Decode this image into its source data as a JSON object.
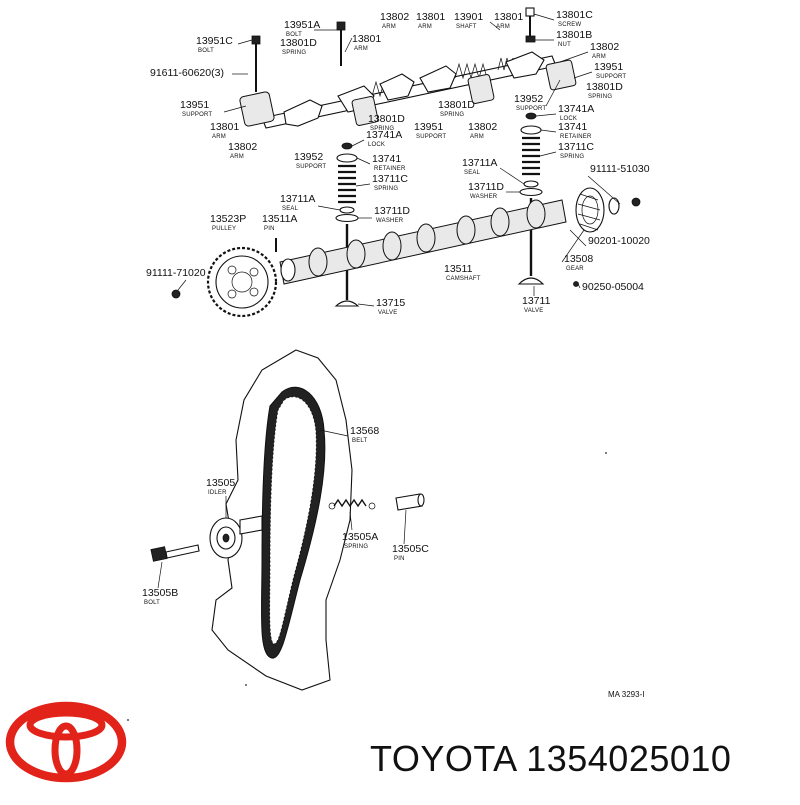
{
  "brand": {
    "name": "TOYOTA",
    "part_number": "1354025010",
    "logo_color": "#e2231a"
  },
  "diagram": {
    "code": "MA 3293-I",
    "callouts": [
      {
        "id": "13951A",
        "num": "13951A",
        "name": "BOLT"
      },
      {
        "id": "13951C",
        "num": "13951C",
        "name": "BOLT"
      },
      {
        "id": "13801D-top",
        "num": "13801D",
        "name": "SPRING"
      },
      {
        "id": "13801-top",
        "num": "13801",
        "name": "ARM"
      },
      {
        "id": "13802-top",
        "num": "13802",
        "name": "ARM"
      },
      {
        "id": "13801-top2",
        "num": "13801",
        "name": "ARM"
      },
      {
        "id": "13901",
        "num": "13901",
        "name": "SHAFT"
      },
      {
        "id": "13801-top3",
        "num": "13801",
        "name": "ARM"
      },
      {
        "id": "13801C",
        "num": "13801C",
        "name": "SCREW"
      },
      {
        "id": "13801B",
        "num": "13801B",
        "name": "NUT"
      },
      {
        "id": "13802-right",
        "num": "13802",
        "name": "ARM"
      },
      {
        "id": "13951-right",
        "num": "13951",
        "name": "SUPPORT"
      },
      {
        "id": "13801D-right",
        "num": "13801D",
        "name": "SPRING"
      },
      {
        "id": "91611-60620",
        "num": "91611-60620(3)",
        "name": ""
      },
      {
        "id": "13951-left",
        "num": "13951",
        "name": "SUPPORT"
      },
      {
        "id": "13801-left",
        "num": "13801",
        "name": "ARM"
      },
      {
        "id": "13802-left",
        "num": "13802",
        "name": "ARM"
      },
      {
        "id": "13801D-mid",
        "num": "13801D",
        "name": "SPRING"
      },
      {
        "id": "13951-mid",
        "num": "13951",
        "name": "SUPPORT"
      },
      {
        "id": "13801D-mid2",
        "num": "13801D",
        "name": "SPRING"
      },
      {
        "id": "13802-mid",
        "num": "13802",
        "name": "ARM"
      },
      {
        "id": "13952-right",
        "num": "13952",
        "name": "SUPPORT"
      },
      {
        "id": "13741A-right",
        "num": "13741A",
        "name": "LOCK"
      },
      {
        "id": "13741-right",
        "num": "13741",
        "name": "RETAINER"
      },
      {
        "id": "13711C-right",
        "num": "13711C",
        "name": "SPRING"
      },
      {
        "id": "13952-left",
        "num": "13952",
        "name": "SUPPORT"
      },
      {
        "id": "13741A-left",
        "num": "13741A",
        "name": "LOCK"
      },
      {
        "id": "13741-left",
        "num": "13741",
        "name": "RETAINER"
      },
      {
        "id": "13711C-left",
        "num": "13711C",
        "name": "SPRING"
      },
      {
        "id": "13711A-right",
        "num": "13711A",
        "name": "SEAL"
      },
      {
        "id": "13711D-right",
        "num": "13711D",
        "name": "WASHER"
      },
      {
        "id": "91111-51030",
        "num": "91111-51030",
        "name": ""
      },
      {
        "id": "13711A-left",
        "num": "13711A",
        "name": "SEAL"
      },
      {
        "id": "13711D-left",
        "num": "13711D",
        "name": "WASHER"
      },
      {
        "id": "13523P",
        "num": "13523P",
        "name": "PULLEY"
      },
      {
        "id": "13511A",
        "num": "13511A",
        "name": "PIN"
      },
      {
        "id": "90201-10020",
        "num": "90201-10020",
        "name": ""
      },
      {
        "id": "13508",
        "num": "13508",
        "name": "GEAR"
      },
      {
        "id": "13511",
        "num": "13511",
        "name": "CAMSHAFT"
      },
      {
        "id": "91111-71020",
        "num": "91111-71020",
        "name": ""
      },
      {
        "id": "90250-05004",
        "num": "90250-05004",
        "name": ""
      },
      {
        "id": "13715",
        "num": "13715",
        "name": "VALVE"
      },
      {
        "id": "13711",
        "num": "13711",
        "name": "VALVE"
      },
      {
        "id": "13568",
        "num": "13568",
        "name": "BELT"
      },
      {
        "id": "13505",
        "num": "13505",
        "name": "IDLER"
      },
      {
        "id": "13505A",
        "num": "13505A",
        "name": "SPRING"
      },
      {
        "id": "13505C",
        "num": "13505C",
        "name": "PIN"
      },
      {
        "id": "13505B",
        "num": "13505B",
        "name": "BOLT"
      }
    ]
  }
}
